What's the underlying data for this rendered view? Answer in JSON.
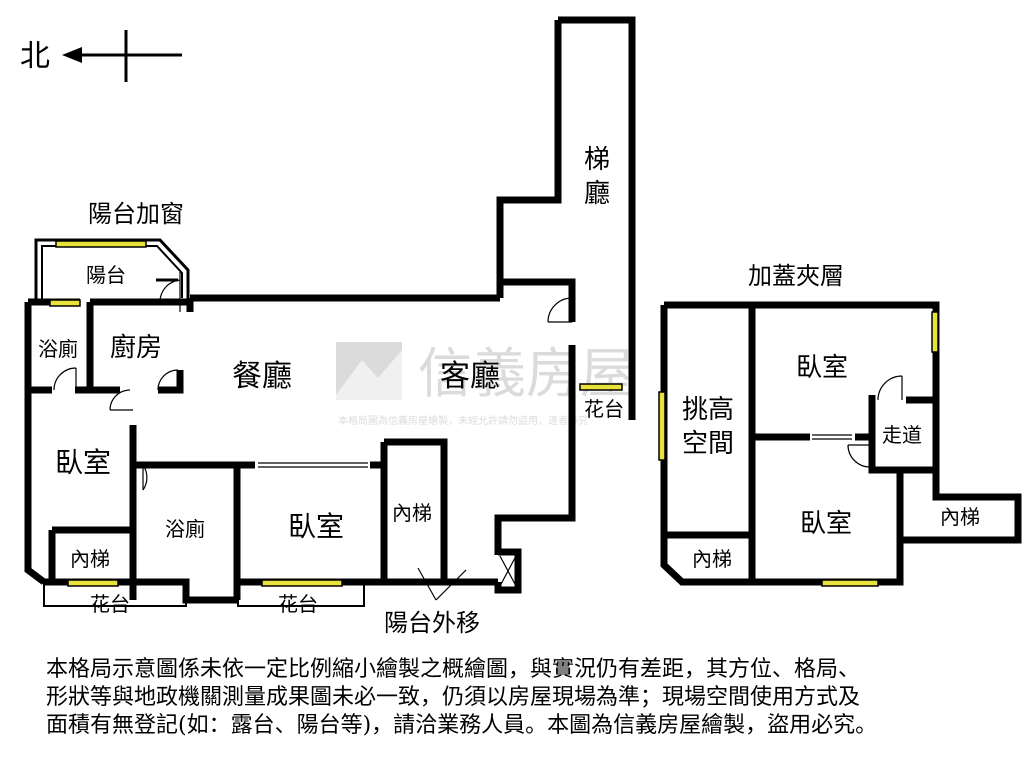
{
  "compass": {
    "north_label": "北"
  },
  "annotations": {
    "balcony_window": "陽台加窗",
    "balcony_moved_out": "陽台外移",
    "mezzanine": "加蓋夾層"
  },
  "rooms": {
    "elevator_hall": "梯廳",
    "balcony": "陽台",
    "bath_top": "浴廁",
    "kitchen": "廚房",
    "dining": "餐廳",
    "living": "客廳",
    "planter_top": "花台",
    "bedroom_left": "臥室",
    "bath_mid": "浴廁",
    "bedroom_mid": "臥室",
    "stair_mid": "內梯",
    "stair_left": "內梯",
    "planter_left": "花台",
    "planter_mid": "花台",
    "void_line1": "挑高",
    "void_line2": "空間",
    "bedroom_mz_top": "臥室",
    "corridor": "走道",
    "bedroom_mz_bottom": "臥室",
    "stair_mz_right": "內梯",
    "stair_mz_left": "內梯"
  },
  "watermark": {
    "brand": "信義房屋",
    "notice": "本格局圖為信義房屋繪製，未經允許請勿盜用，違者必究"
  },
  "disclaimer": {
    "line1": "本格局示意圖係未依一定比例縮小繪製之概繪圖，與實況仍有差距，其方位、格局、",
    "line2": "形狀等與地政機關測量成果圖未必一致，仍須以房屋現場為準；現場空間使用方式及",
    "line3": "面積有無登記(如：露台、陽台等)，請洽業務人員。本圖為信義房屋繪製，盜用必究。"
  },
  "colors": {
    "wall": "#000000",
    "window_fill": "#e8e23a",
    "watermark": "#bfbfbf"
  }
}
